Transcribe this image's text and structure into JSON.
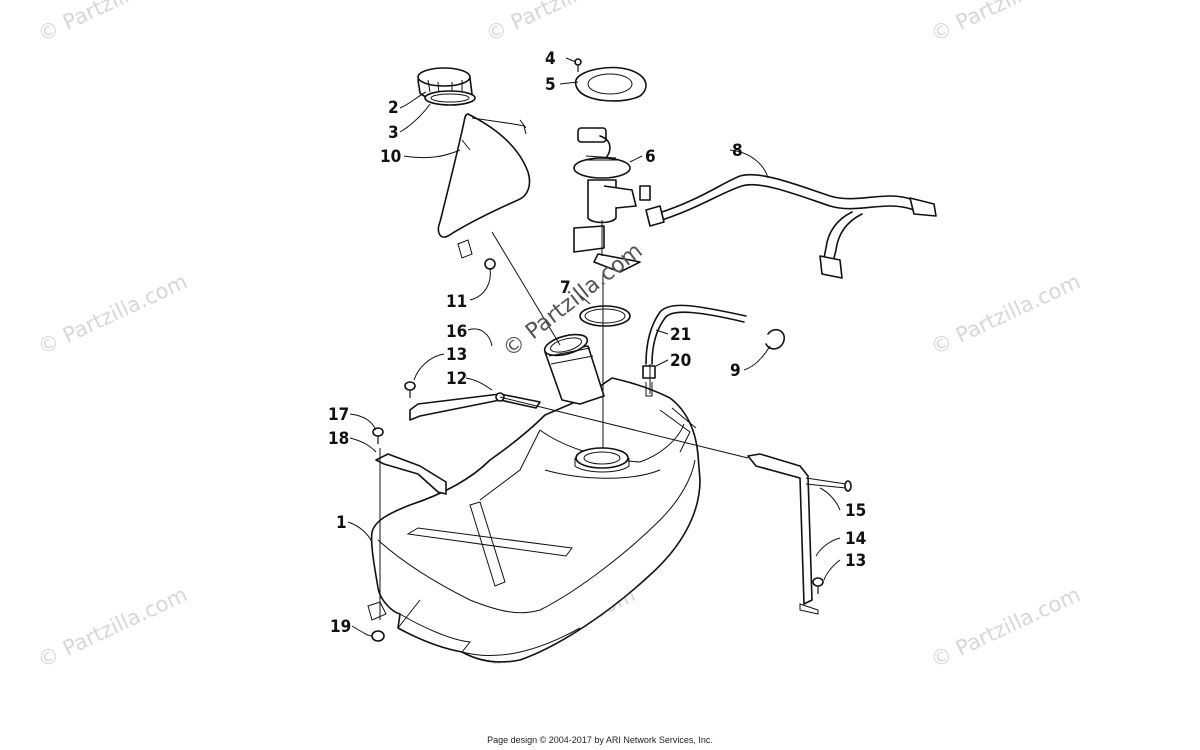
{
  "watermark": "© Partzilla.com",
  "footer": "Page design © 2004-2017 by ARI Network Services, Inc.",
  "callouts": {
    "c1": "1",
    "c2": "2",
    "c3": "3",
    "c4": "4",
    "c5": "5",
    "c6": "6",
    "c7": "7",
    "c8": "8",
    "c9": "9",
    "c10": "10",
    "c11": "11",
    "c12": "12",
    "c13a": "13",
    "c13b": "13",
    "c14": "14",
    "c15": "15",
    "c16": "16",
    "c17": "17",
    "c18": "18",
    "c19": "19",
    "c20": "20",
    "c21": "21"
  },
  "colors": {
    "line": "#111111",
    "watermark": "#d7d7d7"
  }
}
